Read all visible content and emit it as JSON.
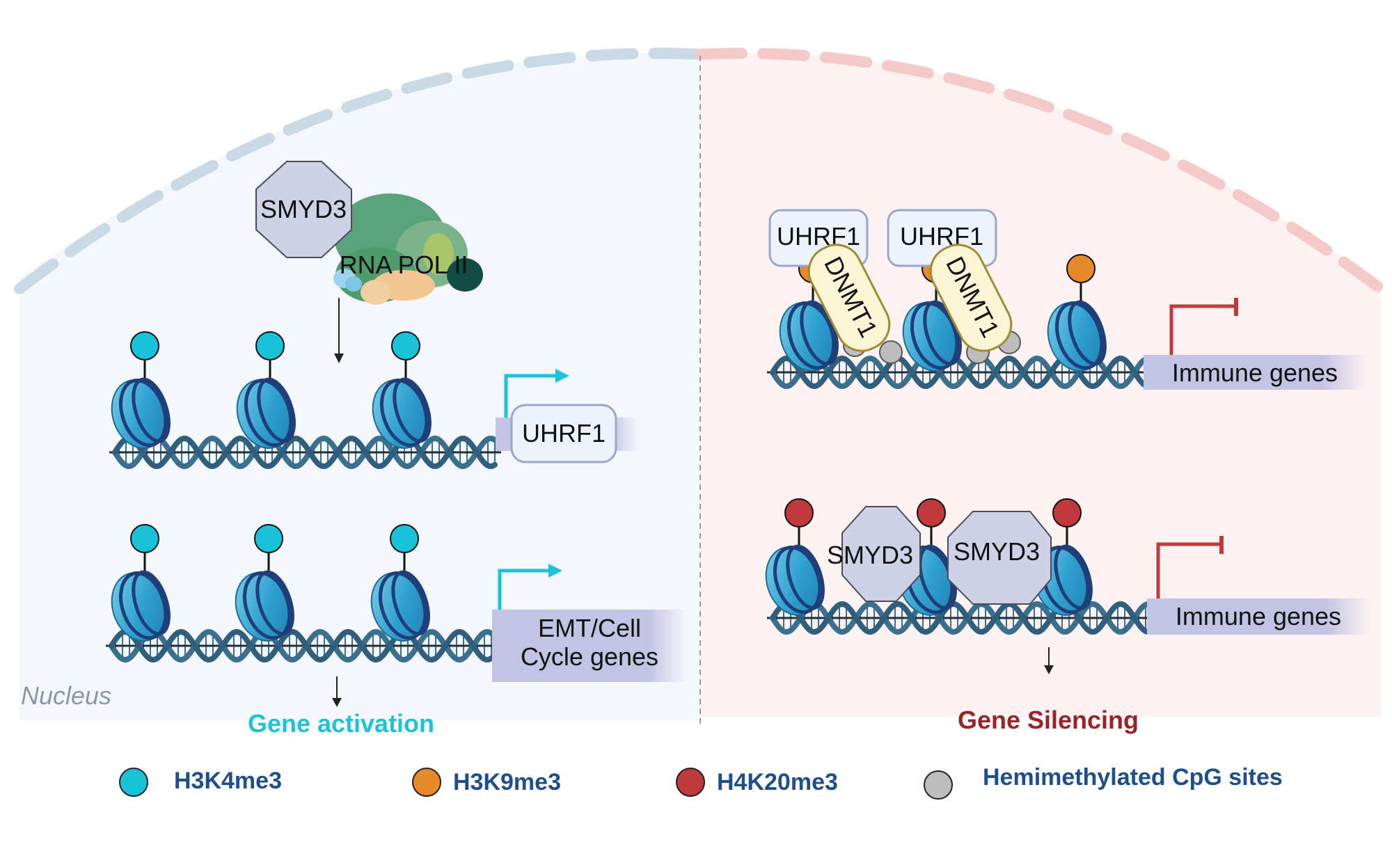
{
  "nucleus_label": "Nucleus",
  "left_panel": {
    "complex": {
      "smyd3": "SMYD3",
      "rna_pol": "RNA POL II"
    },
    "row1_gene": "UHRF1",
    "row2_gene_line1": "EMT/Cell",
    "row2_gene_line2": "Cycle genes",
    "outcome": "Gene activation"
  },
  "right_panel": {
    "uhrf1_a": "UHRF1",
    "uhrf1_b": "UHRF1",
    "dnmt1_a": "DNMT1",
    "dnmt1_b": "DNMT1",
    "row1_gene": "Immune genes",
    "smyd3_a": "SMYD3",
    "smyd3_b": "SMYD3",
    "row2_gene": "Immune genes",
    "outcome": "Gene Silencing"
  },
  "legend": [
    {
      "label": "H3K4me3",
      "color": "#18c3d9"
    },
    {
      "label": "H3K9me3",
      "color": "#e8892b"
    },
    {
      "label": "H4K20me3",
      "color": "#c0393b"
    },
    {
      "label": "Hemimethylated CpG sites",
      "color": "#bdbdbd"
    }
  ],
  "colors": {
    "activation": "#1cc3d8",
    "silencing": "#9b2226",
    "dna": "#3a6f8e",
    "nucleosome": "#3aa0cc",
    "gene_box": "#c3c3e3",
    "smyd3": "#cfd1e6",
    "uhrf1_fill": "#eef2fb",
    "dnmt1_fill": "#fbf5d5",
    "repress": "#c0393b"
  }
}
